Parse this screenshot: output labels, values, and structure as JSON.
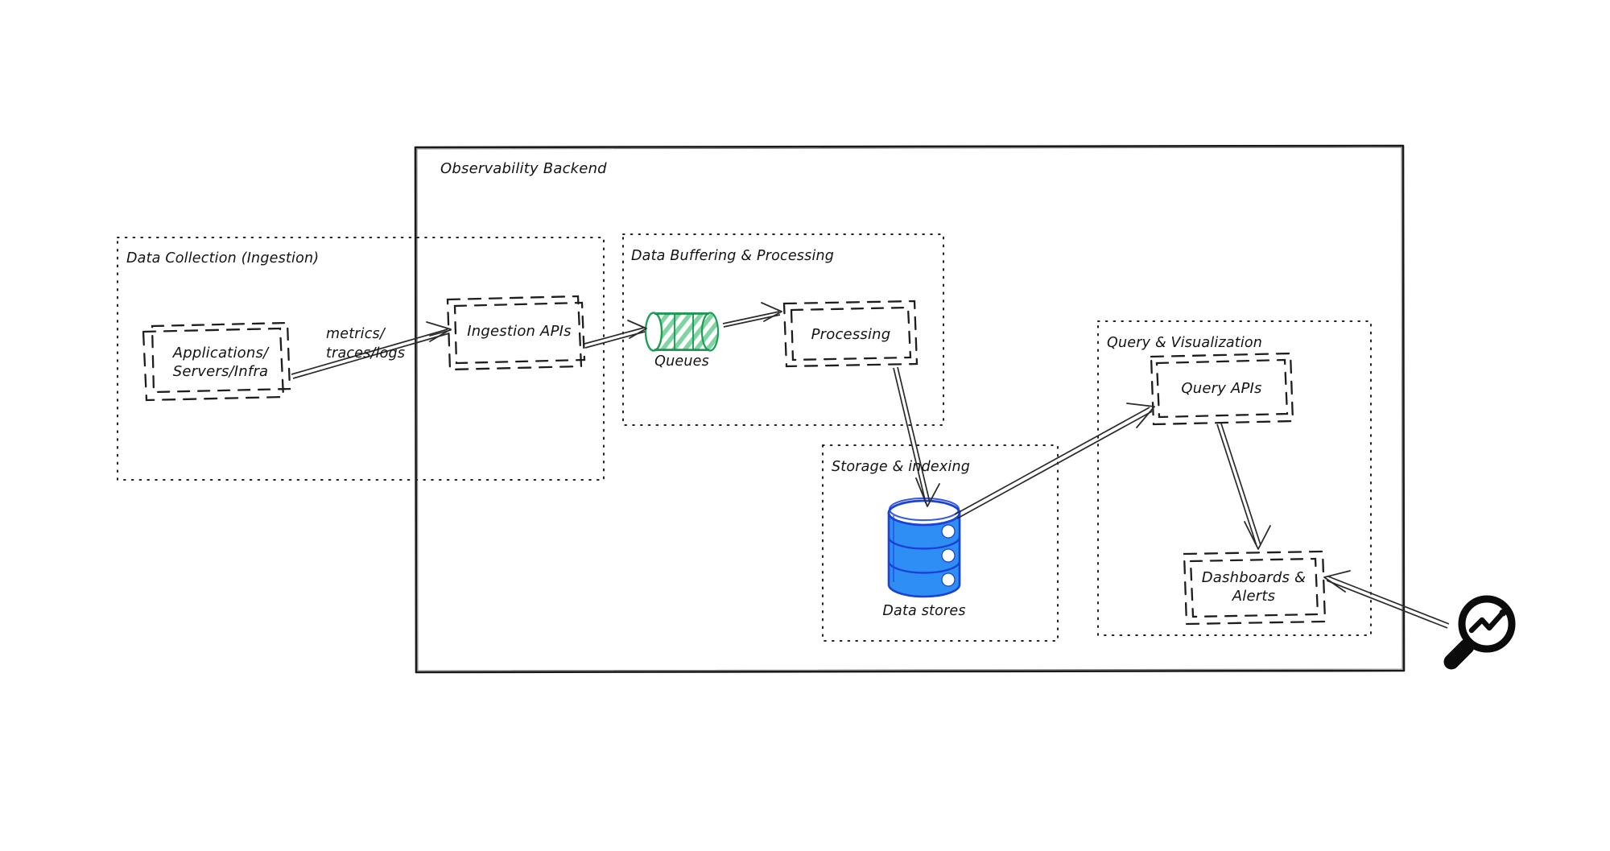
{
  "diagram": {
    "type": "architecture-flow",
    "style": "hand-drawn-sketch",
    "background_color": "#ffffff",
    "stroke_color": "#1a1a1a",
    "accent_green": "#1e9e57",
    "accent_green_fill": "#8fdcae",
    "accent_blue": "#2f8ef4",
    "accent_blue_stroke": "#1a42d8"
  },
  "backend_container": {
    "title": "Observability Backend",
    "border_style": "solid"
  },
  "groups": [
    {
      "id": "data-collection",
      "title": "Data Collection (Ingestion)",
      "border_style": "dotted"
    },
    {
      "id": "data-buffering",
      "title": "Data Buffering & Processing",
      "border_style": "dotted"
    },
    {
      "id": "storage-indexing",
      "title": "Storage & indexing",
      "border_style": "dotted"
    },
    {
      "id": "query-visualization",
      "title": "Query & Visualization",
      "border_style": "dotted"
    }
  ],
  "nodes": [
    {
      "id": "applications",
      "label": "Applications/\nServers/Infra",
      "shape": "rect-dashed",
      "group": "data-collection"
    },
    {
      "id": "ingestion-apis",
      "label": "Ingestion APIs",
      "shape": "rect-dashed",
      "group": "backend"
    },
    {
      "id": "queues",
      "label": "Queues",
      "shape": "cylinder-horizontal-hatched",
      "color": "#1e9e57",
      "group": "data-buffering"
    },
    {
      "id": "processing",
      "label": "Processing",
      "shape": "rect-dashed",
      "group": "data-buffering"
    },
    {
      "id": "data-stores",
      "label": "Data stores",
      "shape": "database-stack",
      "color": "#2f8ef4",
      "group": "storage-indexing"
    },
    {
      "id": "query-apis",
      "label": "Query APIs",
      "shape": "rect-dashed",
      "group": "query-visualization"
    },
    {
      "id": "dashboards-alerts",
      "label": "Dashboards &\nAlerts",
      "shape": "rect-dashed",
      "group": "query-visualization"
    }
  ],
  "edges": [
    {
      "id": "apps-to-ingestion",
      "from": "applications",
      "to": "ingestion-apis",
      "label": "metrics/\ntraces/logs"
    },
    {
      "id": "ingestion-to-queues",
      "from": "ingestion-apis",
      "to": "queues",
      "label": ""
    },
    {
      "id": "queues-to-processing",
      "from": "queues",
      "to": "processing",
      "label": ""
    },
    {
      "id": "processing-to-datastores",
      "from": "processing",
      "to": "data-stores",
      "label": ""
    },
    {
      "id": "datastores-to-queryapis",
      "from": "data-stores",
      "to": "query-apis",
      "label": ""
    },
    {
      "id": "queryapis-to-dashboards",
      "from": "query-apis",
      "to": "dashboards-alerts",
      "label": ""
    },
    {
      "id": "cursor-to-dashboards",
      "from": "cursor",
      "to": "dashboards-alerts",
      "label": ""
    }
  ],
  "cursor": {
    "icon": "magnifier-analytics-icon",
    "description": "magnifying glass with trend line"
  }
}
